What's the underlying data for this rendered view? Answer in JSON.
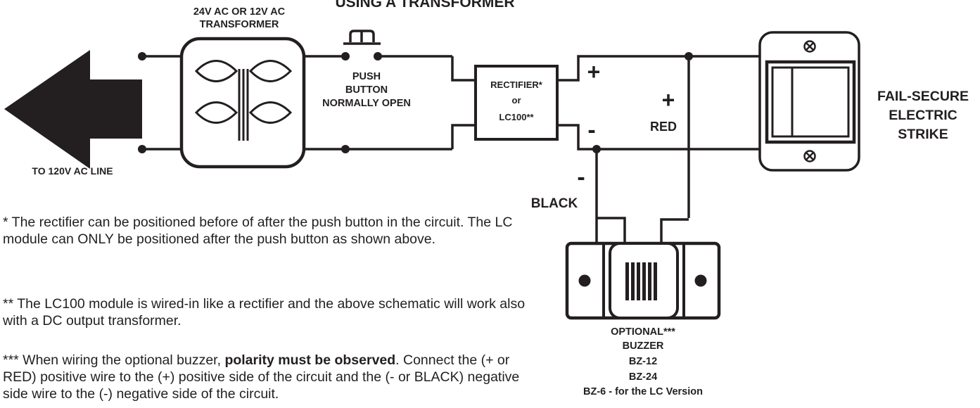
{
  "diagram": {
    "title": "USING A TRANSFORMER",
    "transformer": [
      "24V AC OR 12V AC",
      "TRANSFORMER"
    ],
    "ac_line": "TO 120V AC LINE",
    "push_button": [
      "PUSH",
      "BUTTON",
      "NORMALLY OPEN"
    ],
    "rectifier": [
      "RECTIFIER*",
      "or",
      "LC100**"
    ],
    "plus": "+",
    "minus": "-",
    "red": "RED",
    "black": "BLACK",
    "strike": [
      "FAIL-SECURE",
      "ELECTRIC",
      "STRIKE"
    ],
    "buzzer": [
      "OPTIONAL***",
      "BUZZER",
      "BZ-12",
      "BZ-24",
      "BZ-6 - for the LC Version"
    ]
  },
  "notes": {
    "note1": "* The rectifier can be positioned before of after the push button in the circuit. The LC module can ONLY be positioned after the push button as shown above.",
    "note2": "** The LC100 module is wired-in like a rectifier and the above schematic will work also with a DC output transformer.",
    "note3_a": "*** When wiring the optional buzzer, ",
    "note3_b": "polarity must be observed",
    "note3_c": ". Connect the (+ or RED) positive wire to the (+) positive side of the circuit and the (- or BLACK) negative side wire to the (-) negative side of the circuit."
  },
  "colors": {
    "ink": "#231f20",
    "background": "#ffffff"
  }
}
